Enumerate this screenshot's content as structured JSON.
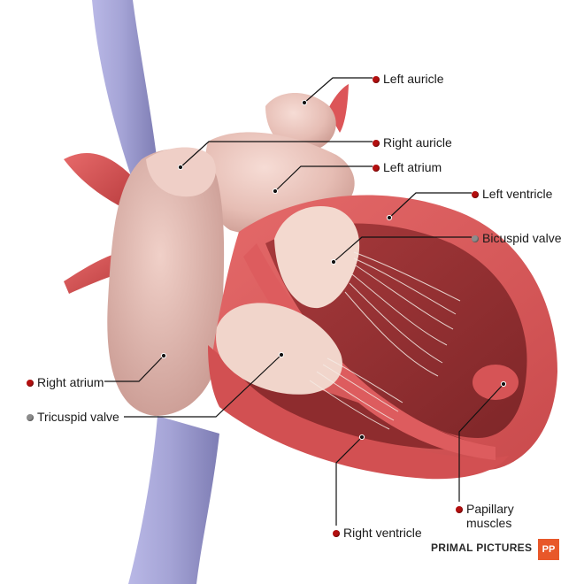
{
  "colors": {
    "marker_red": "#b30f0f",
    "marker_gray": "#8c8c8c",
    "vessel_blue": "#9a99cc",
    "tissue_pink": "#e9c4bc",
    "muscle_red": "#d8585a",
    "brand_orange": "#e8582a"
  },
  "labels": {
    "left_auricle": "Left auricle",
    "right_auricle": "Right auricle",
    "left_atrium": "Left atrium",
    "left_ventricle": "Left ventricle",
    "bicuspid_valve": "Bicuspid valve",
    "right_atrium": "Right atrium",
    "tricuspid_valve": "Tricuspid valve",
    "papillary_muscles_line1": "Papillary",
    "papillary_muscles_line2": "muscles",
    "right_ventricle": "Right ventricle"
  },
  "branding": {
    "name": "PRIMAL PICTURES",
    "logo_text": "PP"
  }
}
